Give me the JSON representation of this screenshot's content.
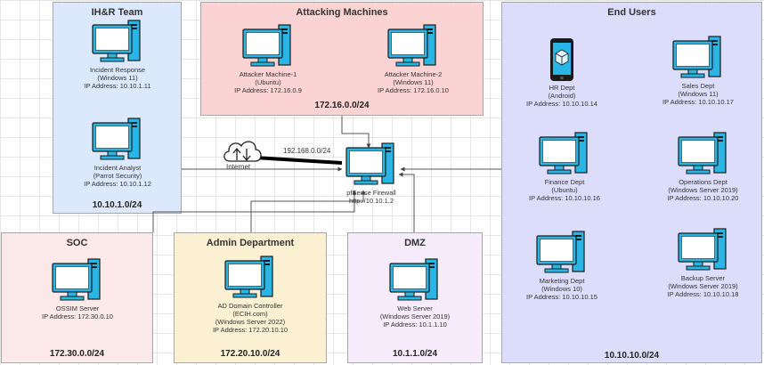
{
  "zones": {
    "ihr": {
      "title": "IH&R Team",
      "subnet": "10.10.1.0/24"
    },
    "attacking": {
      "title": "Attacking Machines",
      "subnet": "172.16.0.0/24"
    },
    "end_users": {
      "title": "End Users",
      "subnet": "10.10.10.0/24"
    },
    "soc": {
      "title": "SOC",
      "subnet": "172.30.0.0/24"
    },
    "admin": {
      "title": "Admin Department",
      "subnet": "172.20.10.0/24"
    },
    "dmz": {
      "title": "DMZ",
      "subnet": "10.1.1.0/24"
    }
  },
  "nodes": {
    "incident_response": {
      "name": "Incident Response",
      "os": "(Windows 11)",
      "ip": "IP Address: 10.10.1.11"
    },
    "incident_analyst": {
      "name": "Incident Analyst",
      "os": "(Parrot Security)",
      "ip": "IP Address: 10.10.1.12"
    },
    "attacker1": {
      "name": "Attacker Machine-1",
      "os": "(Ubuntu)",
      "ip": "IP Address: 172.16.0.9"
    },
    "attacker2": {
      "name": "Attacker Machine-2",
      "os": "(Windows 11)",
      "ip": "IP Address: 172.16.0.10"
    },
    "hr_dept": {
      "name": "HR Dept",
      "os": "(Android)",
      "ip": "IP Address: 10.10.10.14"
    },
    "sales_dept": {
      "name": "Sales Dept",
      "os": "(Windows 11)",
      "ip": "IP Address: 10.10.10.17"
    },
    "finance_dept": {
      "name": "Finance Dept",
      "os": "(Ubuntu)",
      "ip": "IP Address: 10.10.10.16"
    },
    "operations_dept": {
      "name": "Operations Dept",
      "os": "(Windows Server 2019)",
      "ip": "IP Address: 10.10.10.20"
    },
    "marketing_dept": {
      "name": "Marketing Dept",
      "os": "(Windows 10)",
      "ip": "IP Address: 10.10.10.15"
    },
    "backup_server": {
      "name": "Backup Server",
      "os": "(Windows Server 2019)",
      "ip": "IP Address: 10.10.10.18"
    },
    "ossim": {
      "name": "OSSIM Server",
      "ip": "IP Address: 172.30.0.10"
    },
    "ad_dc": {
      "name": "AD Domain Controller",
      "domain": "(ECIH.com)",
      "os": "(Windows Server 2022)",
      "ip": "IP Address: 172.20.10.10"
    },
    "web_server": {
      "name": "Web Server",
      "os": "(Windows Server 2019)",
      "ip": "IP Address: 10.1.1.10"
    },
    "firewall": {
      "name": "pfSense Firewall",
      "url": "http://10.10.1.2"
    }
  },
  "internet": {
    "label": "Internet",
    "link_subnet": "192.168.0.0/24"
  },
  "colors": {
    "ihr_bg": "#dce8fb",
    "attacking_bg": "#fbd3d3",
    "end_users_bg": "#dcdcfb",
    "soc_bg": "#fbe8e8",
    "admin_bg": "#fbf0d2",
    "dmz_bg": "#f5ebfb",
    "device_blue": "#29b6e6",
    "device_dark": "#1b1b1b"
  }
}
